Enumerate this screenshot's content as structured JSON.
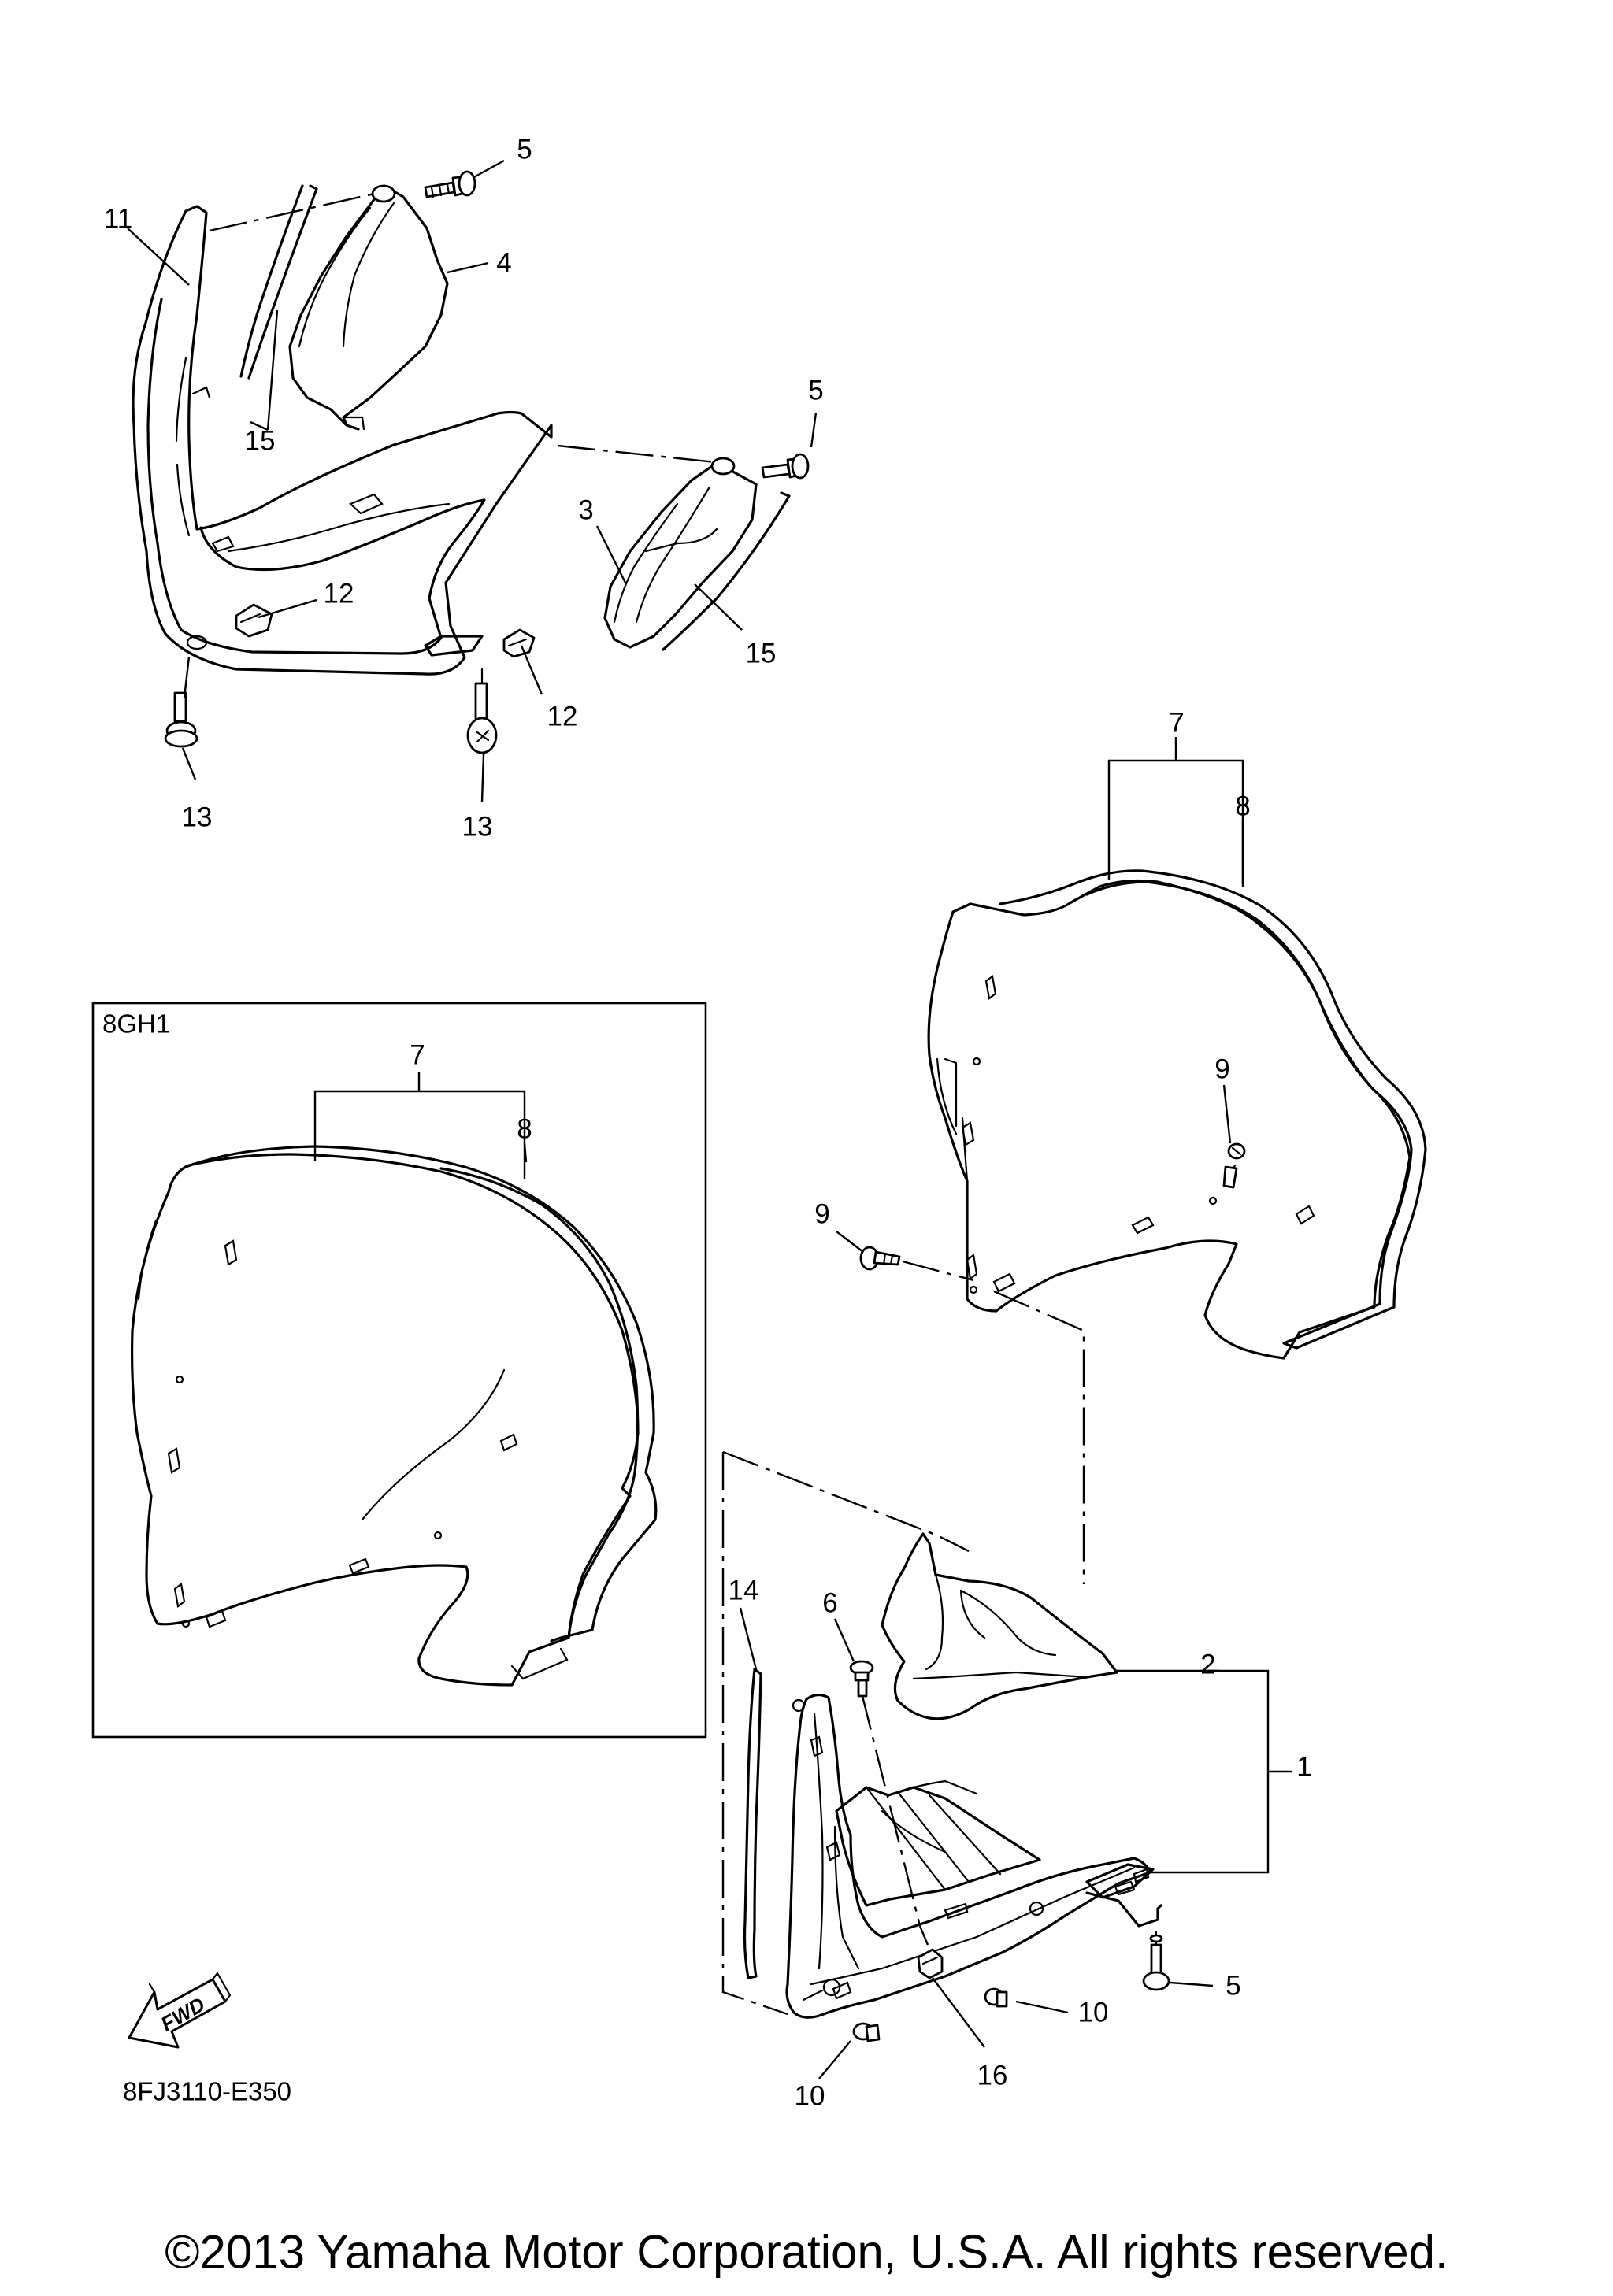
{
  "diagram": {
    "callouts": {
      "c5a": "5",
      "c11": "11",
      "c4": "4",
      "c15a": "15",
      "c5b": "5",
      "c3": "3",
      "c15b": "15",
      "c12a": "12",
      "c12b": "12",
      "c13a": "13",
      "c13b": "13",
      "c7a": "7",
      "c8a": "8",
      "c9a": "9",
      "c9b": "9",
      "c7b": "7",
      "c8b": "8",
      "c14": "14",
      "c6": "6",
      "c2": "2",
      "c1": "1",
      "c10a": "10",
      "c10b": "10",
      "c5c": "5",
      "c16": "16"
    },
    "inset_label": "8GH1",
    "fwd_label": "FWD",
    "diagram_code": "8FJ3110-E350",
    "copyright": "©2013 Yamaha Motor Corporation, U.S.A. All rights reserved."
  }
}
